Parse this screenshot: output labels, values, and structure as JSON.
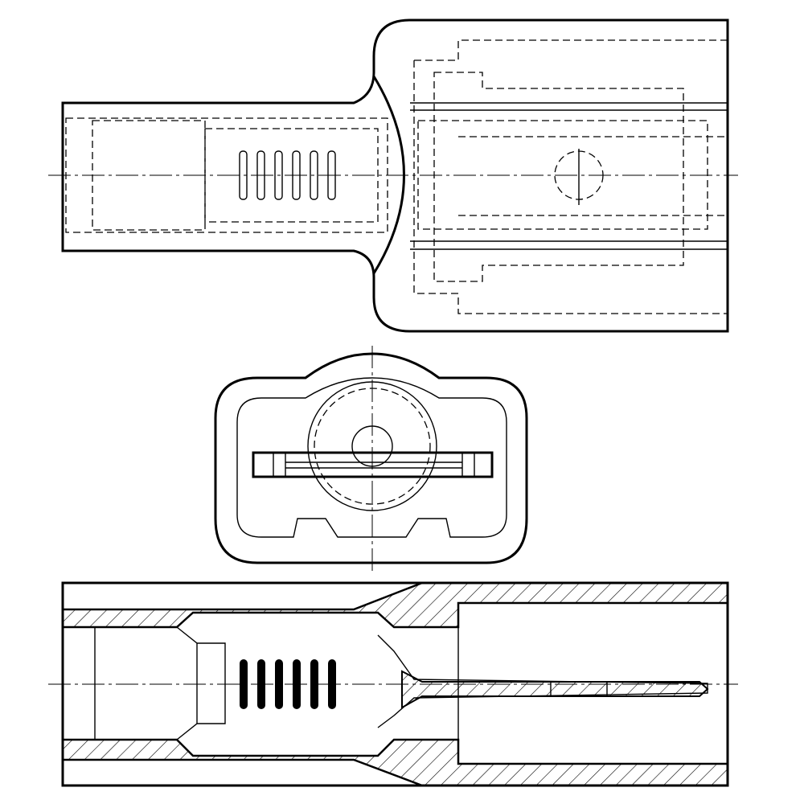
{
  "drawing": {
    "views": [
      "top-view",
      "end-view",
      "section-view"
    ],
    "colors": {
      "line": "#000000",
      "background": "#ffffff"
    }
  }
}
